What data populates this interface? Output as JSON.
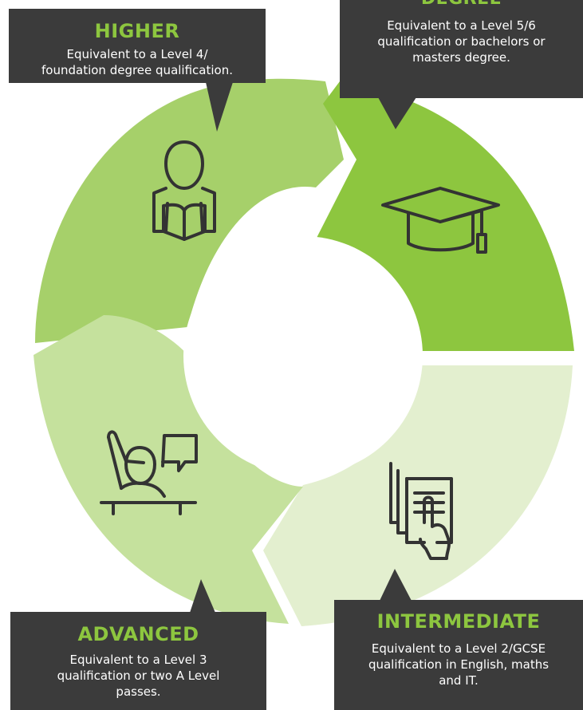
{
  "stages": {
    "higher": {
      "title": "HIGHER",
      "description": "Equivalent to a Level 4/\nfoundation degree qualification.",
      "icon": "reading-person-icon",
      "color": "#a6d06a"
    },
    "degree": {
      "title": "DEGREE",
      "description": "Equivalent to a Level 5/6\nqualification or bachelors or\nmasters degree.",
      "icon": "graduation-cap-icon",
      "color": "#8dc63f"
    },
    "intermediate": {
      "title": "INTERMEDIATE",
      "description": "Equivalent to a Level 2/GCSE\nqualification in English, maths\nand IT.",
      "icon": "documents-hand-icon",
      "color": "#e3efcf"
    },
    "advanced": {
      "title": "ADVANCED",
      "description": "Equivalent to a Level 3\nqualification or two A Level\npasses.",
      "icon": "raised-hand-student-icon",
      "color": "#c5e19d"
    }
  },
  "colors": {
    "card_background": "#3b3b3b",
    "title_green": "#8dc63f",
    "icon_stroke": "#333333"
  }
}
